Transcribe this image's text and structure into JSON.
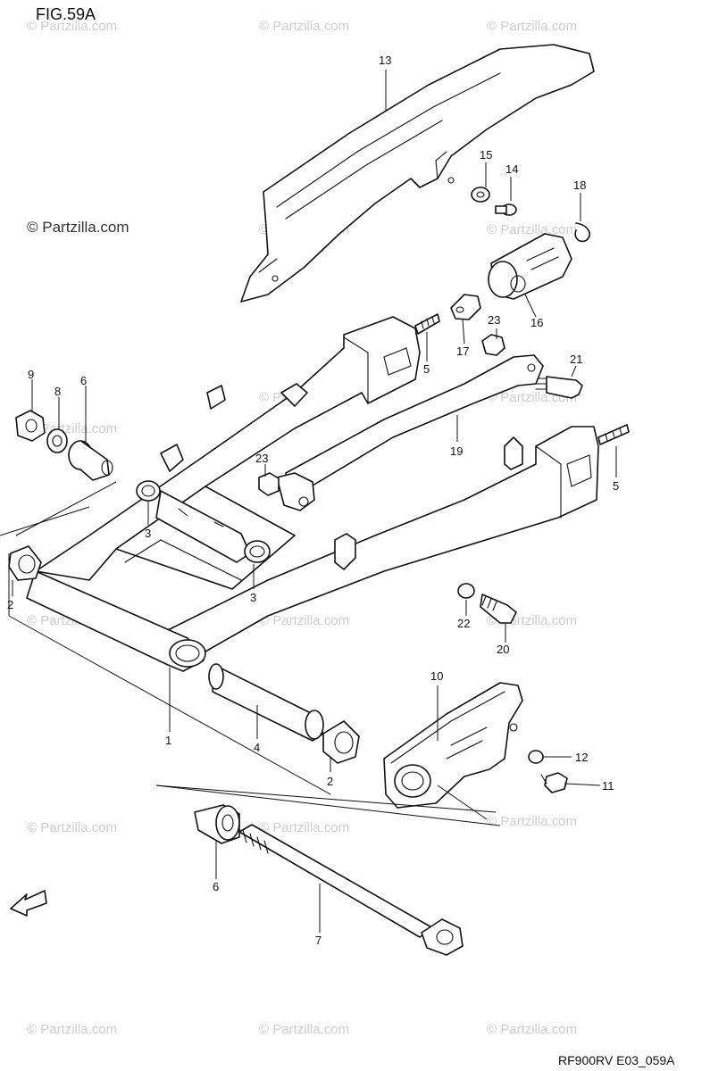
{
  "figure_title": "FIG.59A",
  "copyright": "© Partzilla.com",
  "watermark": "© Partzilla.com",
  "diagram_code": "RF900RV E03_059A",
  "callouts": {
    "c1": "1",
    "c2a": "2",
    "c2b": "2",
    "c3a": "3",
    "c3b": "3",
    "c4": "4",
    "c5a": "5",
    "c5b": "5",
    "c6a": "6",
    "c6b": "6",
    "c7": "7",
    "c8": "8",
    "c9": "9",
    "c10": "10",
    "c11": "11",
    "c12": "12",
    "c13": "13",
    "c14": "14",
    "c15": "15",
    "c16": "16",
    "c17": "17",
    "c18": "18",
    "c19": "19",
    "c20": "20",
    "c21": "21",
    "c22": "22",
    "c23a": "23",
    "c23b": "23"
  }
}
